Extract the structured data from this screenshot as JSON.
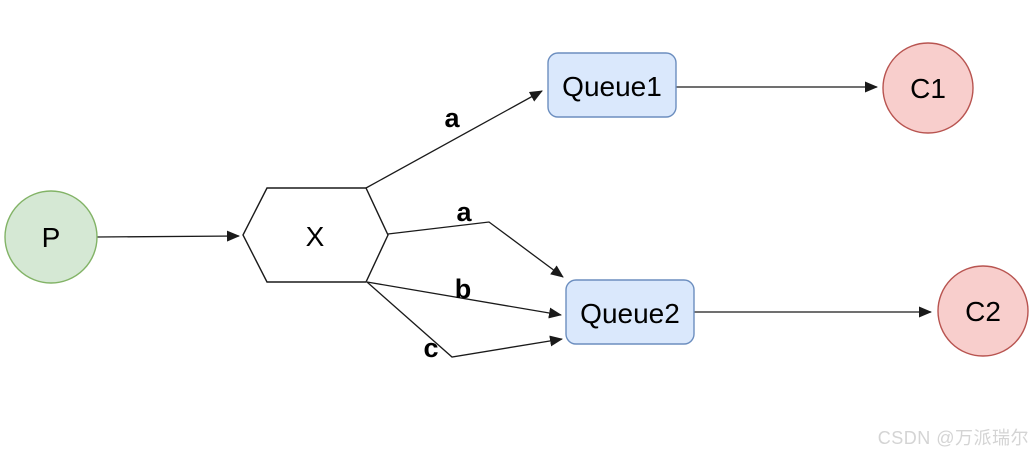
{
  "diagram": {
    "kind": "message-queue-routing-diagram",
    "edge_color": "#1a1a1a",
    "nodes": [
      {
        "id": "P",
        "label": "P",
        "shape": "circle",
        "role": "producer",
        "fill": "#d5e8d4",
        "stroke": "#82b366"
      },
      {
        "id": "X",
        "label": "X",
        "shape": "hexagon",
        "role": "exchange",
        "fill": "#ffffff",
        "stroke": "#1a1a1a"
      },
      {
        "id": "Queue1",
        "label": "Queue1",
        "shape": "rounded-rect",
        "role": "queue",
        "fill": "#dae8fc",
        "stroke": "#6c8ebf"
      },
      {
        "id": "Queue2",
        "label": "Queue2",
        "shape": "rounded-rect",
        "role": "queue",
        "fill": "#dae8fc",
        "stroke": "#6c8ebf"
      },
      {
        "id": "C1",
        "label": "C1",
        "shape": "circle",
        "role": "consumer",
        "fill": "#f8cecc",
        "stroke": "#b85450"
      },
      {
        "id": "C2",
        "label": "C2",
        "shape": "circle",
        "role": "consumer",
        "fill": "#f8cecc",
        "stroke": "#b85450"
      }
    ],
    "edges": [
      {
        "from": "P",
        "to": "X",
        "label": ""
      },
      {
        "from": "X",
        "to": "Queue1",
        "label": "a"
      },
      {
        "from": "X",
        "to": "Queue2",
        "label": "a"
      },
      {
        "from": "X",
        "to": "Queue2",
        "label": "b"
      },
      {
        "from": "X",
        "to": "Queue2",
        "label": "c"
      },
      {
        "from": "Queue1",
        "to": "C1",
        "label": ""
      },
      {
        "from": "Queue2",
        "to": "C2",
        "label": ""
      }
    ]
  },
  "watermark": {
    "text": "CSDN @万派瑞尔",
    "color": "#d4d4d4"
  }
}
